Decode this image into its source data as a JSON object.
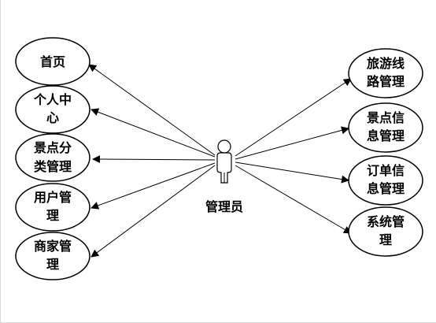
{
  "actor": {
    "label": "管理员"
  },
  "use_cases_left": [
    {
      "label_lines": [
        "首页"
      ]
    },
    {
      "label_lines": [
        "个人中",
        "心"
      ]
    },
    {
      "label_lines": [
        "景点分",
        "类管理"
      ]
    },
    {
      "label_lines": [
        "用户管",
        "理"
      ]
    },
    {
      "label_lines": [
        "商家管",
        "理"
      ]
    }
  ],
  "use_cases_right": [
    {
      "label_lines": [
        "旅游线",
        "路管理"
      ]
    },
    {
      "label_lines": [
        "景点信",
        "息管理"
      ]
    },
    {
      "label_lines": [
        "订单信",
        "息管理"
      ]
    },
    {
      "label_lines": [
        "系统管",
        "理"
      ]
    }
  ]
}
